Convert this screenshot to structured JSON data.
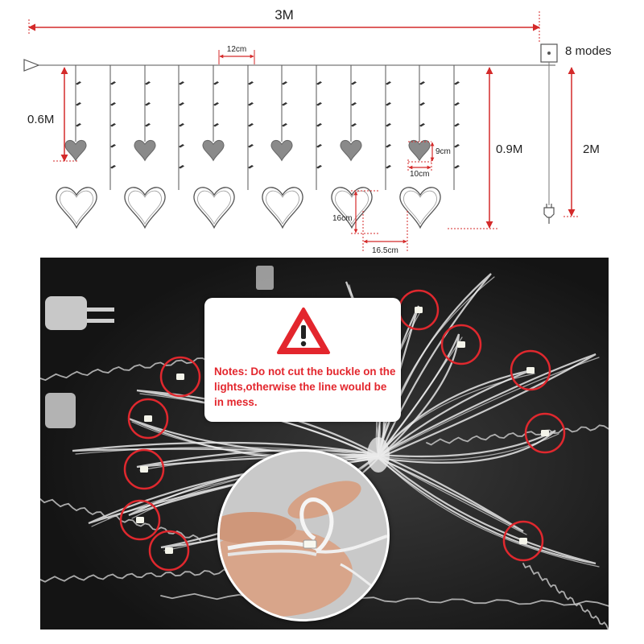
{
  "diagram": {
    "total_length_label": "3M",
    "modes_label": "8 modes",
    "short_drop_label": "0.6M",
    "long_drop_label": "0.9M",
    "cable_label": "2M",
    "spacing_label": "12cm",
    "small_heart_height_label": "9cm",
    "small_heart_width_label": "10cm",
    "big_heart_height_label": "16cm",
    "big_heart_width_label": "16.5cm",
    "colors": {
      "dimension": "#d42a2a",
      "wire": "#555555",
      "heart_fill": "#8a8a8a"
    }
  },
  "photo": {
    "note_text": "Notes: Do not cut the buckle on the lights,otherwise the line would be in mess.",
    "warning_icon": "warning-triangle-icon",
    "colors": {
      "background": "#1b1b1b",
      "circle": "#e0282e",
      "note_text": "#e3262d"
    }
  }
}
